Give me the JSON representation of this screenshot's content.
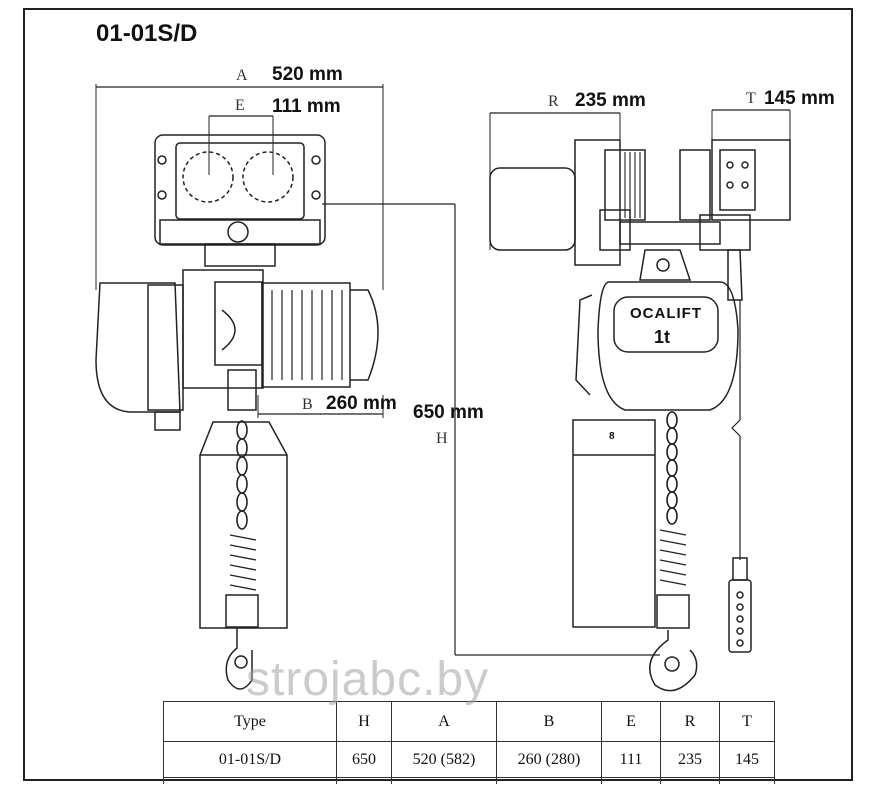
{
  "title": "01-01S/D",
  "dimensions": {
    "A": {
      "letter": "A",
      "value": "520 mm"
    },
    "E": {
      "letter": "E",
      "value": "111 mm"
    },
    "B": {
      "letter": "B",
      "value": "260 mm"
    },
    "H": {
      "letter": "H",
      "value": "650 mm"
    },
    "R": {
      "letter": "R",
      "value": "235 mm"
    },
    "T": {
      "letter": "T",
      "value": "145 mm"
    }
  },
  "nameplate": {
    "brand": "OCALIFT",
    "capacity": "1t",
    "side_mark": "8"
  },
  "watermark": "strojabc.by",
  "table": {
    "headers": [
      "Type",
      "H",
      "A",
      "B",
      "E",
      "R",
      "T"
    ],
    "rows": [
      [
        "01-01S/D",
        "650",
        "520 (582)",
        "260 (280)",
        "111",
        "235",
        "145"
      ]
    ]
  }
}
